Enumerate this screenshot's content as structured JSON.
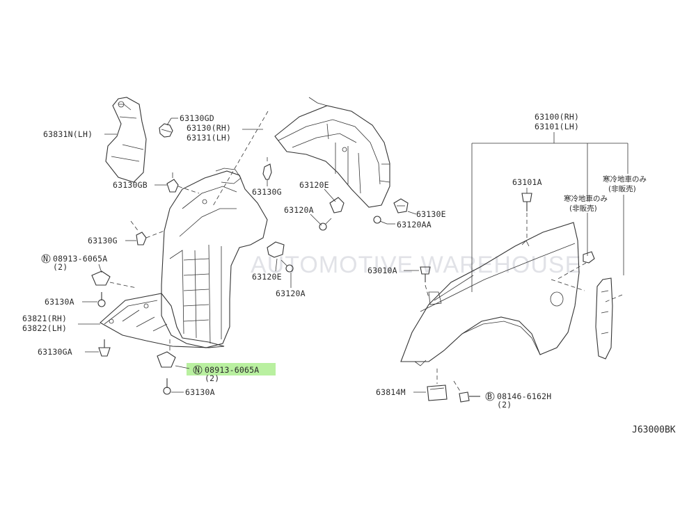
{
  "diagram": {
    "watermark": "AUTOMOTIVE WAREHOUSE",
    "code": "J63000BK",
    "labels": {
      "p63831N": "63831N(LH)",
      "p63130GD": "63130GD",
      "p63130RH": "63130(RH)",
      "p63131LH": "63131(LH)",
      "p63130GB": "63130GB",
      "p63130G_left": "63130G",
      "p63130G_mid": "63130G",
      "p08913a": "08913-6065A",
      "p08913a_qty": "(2)",
      "p63130A_left": "63130A",
      "p63821RH": "63821(RH)",
      "p63822LH": "63822(LH)",
      "p63130GA": "63130GA",
      "p08913b": "08913-6065A",
      "p08913b_qty": "(2)",
      "p63130A_bottom": "63130A",
      "p63120E_top": "63120E",
      "p63120A_top": "63120A",
      "p63130E": "63130E",
      "p63120AA": "63120AA",
      "p63120E_bottom": "63120E",
      "p63120A_bottom": "63120A",
      "p63100RH": "63100(RH)",
      "p63101LH": "63101(LH)",
      "p63101A": "63101A",
      "p63010A": "63010A",
      "p63814M": "63814M",
      "p08146": "08146-6162H",
      "p08146_qty": "(2)",
      "n_marker": "N",
      "b_marker": "B",
      "jp1": "寒冷地車のみ",
      "jp1b": "(非販売)",
      "jp2": "寒冷地車のみ",
      "jp2b": "(非販売)"
    }
  }
}
